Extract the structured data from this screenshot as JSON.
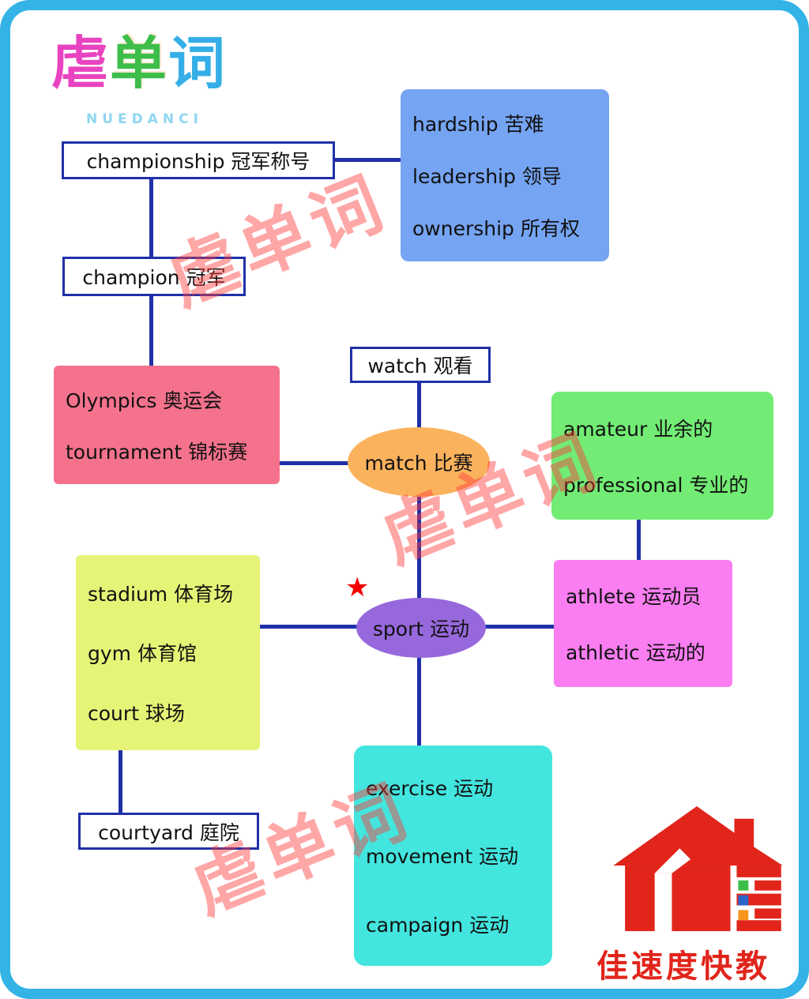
{
  "logo": {
    "char_1": "虐",
    "char_2": "单",
    "char_3": "词",
    "subtitle": "NUEDANCI"
  },
  "watermark": {
    "text": "虐单词"
  },
  "icons": {
    "star": "★"
  },
  "nodes": {
    "championship": {
      "label": "championship 冠军称号"
    },
    "ship_suffix": {
      "items": [
        "hardship 苦难",
        "leadership 领导",
        "ownership 所有权"
      ]
    },
    "champion": {
      "label": "champion 冠军"
    },
    "events": {
      "items": [
        "Olympics 奥运会",
        "tournament 锦标赛"
      ]
    },
    "watch": {
      "label": "watch 观看"
    },
    "match": {
      "label": "match 比赛"
    },
    "players_adj": {
      "items": [
        "amateur 业余的",
        "professional 专业的"
      ]
    },
    "sport": {
      "label": "sport 运动"
    },
    "venues": {
      "items": [
        "stadium 体育场",
        "gym 体育馆",
        "court 球场"
      ]
    },
    "athlete": {
      "items": [
        "athlete 运动员",
        "athletic 运动的"
      ]
    },
    "courtyard": {
      "label": "courtyard 庭院"
    },
    "synonyms": {
      "items": [
        "exercise 运动",
        "movement  运动",
        "campaign 运动"
      ]
    }
  },
  "brand": {
    "name": "佳速度快教"
  },
  "colors": {
    "frame": "#33b3e6",
    "connector": "#2030a8",
    "blue_box": "#75a4f2",
    "pink_box": "#f4728c",
    "green_box": "#72ec74",
    "yellow_box": "#e5f476",
    "magenta_box": "#fa7df1",
    "cyan_box": "#43e6df",
    "orange_ellipse": "#fbb25d",
    "purple_ellipse": "#9768dc",
    "watermark": "#ff3b3b",
    "brand_red": "#e1251b"
  }
}
